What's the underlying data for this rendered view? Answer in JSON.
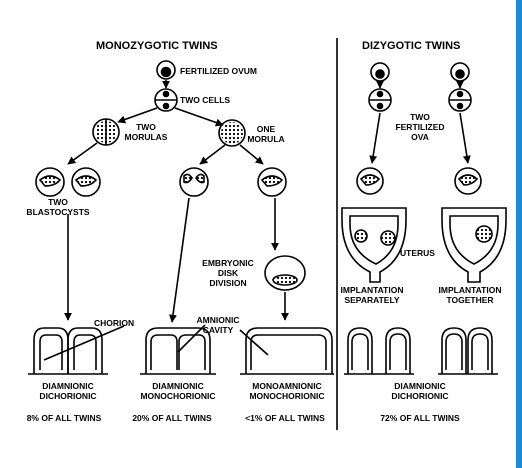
{
  "sections": {
    "mono": {
      "title": "MONOZYGOTIC TWINS"
    },
    "di": {
      "title": "DIZYGOTIC TWINS"
    }
  },
  "labels": {
    "fertilized_ovum": "FERTILIZED OVUM",
    "two_cells": "TWO CELLS",
    "two_morulas": "TWO\nMORULAS",
    "one_morula": "ONE\nMORULA",
    "two_blastocysts": "TWO\nBLASTOCYSTS",
    "embryonic_disk_division": "EMBRYONIC\nDISK\nDIVISION",
    "chorion": "CHORION",
    "amnionic_cavity": "AMNIONIC\nCAVITY",
    "two_fertilized_ova": "TWO\nFERTILIZED\nOVA",
    "uterus": "UTERUS",
    "implantation_separately": "IMPLANTATION\nSEPARATELY",
    "implantation_together": "IMPLANTATION\nTOGETHER"
  },
  "outcomes": [
    {
      "type": "DIAMNIONIC\nDICHORIONIC",
      "frequency": "8% OF ALL TWINS"
    },
    {
      "type": "DIAMNIONIC\nMONOCHORIONIC",
      "frequency": "20% OF ALL TWINS"
    },
    {
      "type": "MONOAMNIONIC\nMONOCHORIONIC",
      "frequency": "<1% OF ALL TWINS"
    },
    {
      "type": "DIAMNIONIC\nDICHORIONIC",
      "frequency": "72% OF ALL TWINS"
    }
  ],
  "colors": {
    "ink": "#000000",
    "edge": "#1b8bd8"
  }
}
